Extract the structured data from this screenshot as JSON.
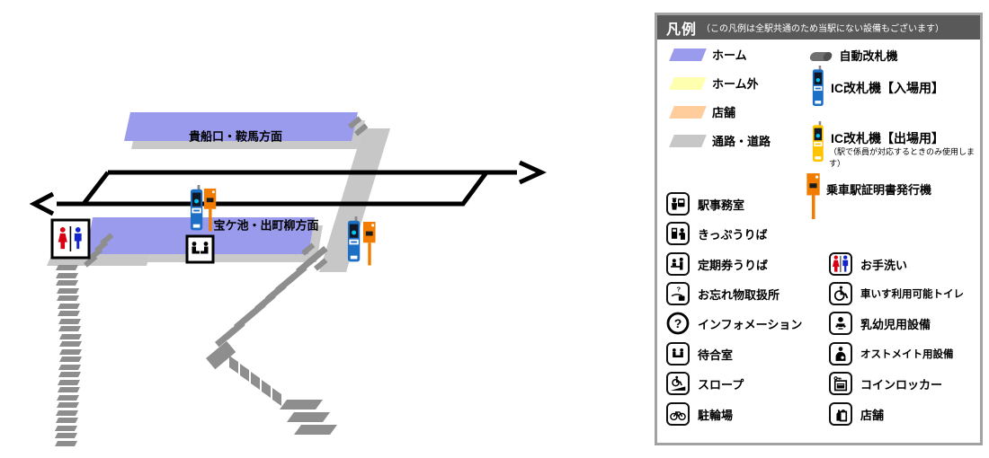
{
  "map": {
    "platform_top_label": "貴船口・鞍馬方面",
    "platform_bottom_label": "宝ケ池・出町柳方面",
    "icons": {
      "toilet": "toilet-icon",
      "waiting_room": "waiting-room-icon",
      "ic_gate": "ic-gate-machine-icon",
      "certificate_machine": "boarding-certificate-machine-icon"
    },
    "colors": {
      "platform": "#9b9bed",
      "walkway": "#c7c7c7",
      "stairs": "#8e8e8e",
      "track": "#000000",
      "ic_machine_blue": "#1c6fc4",
      "certificate_machine_orange": "#f17c00",
      "toilet_red": "#d90012",
      "toilet_blue": "#1424cc"
    }
  },
  "legend": {
    "title": "凡例",
    "note": "（この凡例は全駅共通のため当駅にない設備もございます）",
    "header_bg": "#595959",
    "swatches": [
      {
        "label": "ホーム",
        "color": "#9b9bed",
        "icon": "platform-swatch"
      },
      {
        "label": "ホーム外",
        "color": "#ffffb0",
        "icon": "off-platform-swatch"
      },
      {
        "label": "店舗",
        "color": "#ffcc9c",
        "icon": "shop-area-swatch"
      },
      {
        "label": "通路・道路",
        "color": "#c7c7c7",
        "icon": "walkway-swatch"
      }
    ],
    "machines": [
      {
        "label": "自動改札機",
        "icon": "automatic-gate-icon",
        "color": "#6f6f6f"
      },
      {
        "label": "IC改札機【入場用】",
        "icon": "ic-gate-entry-machine-icon",
        "color": "#1c6fc4"
      },
      {
        "label": "IC改札機【出場用】",
        "icon": "ic-gate-exit-machine-icon",
        "color": "#ffc400",
        "note": "（駅で係員が対応するときのみ使用します）"
      },
      {
        "label": "乗車駅証明書発行機",
        "icon": "boarding-certificate-machine-icon",
        "color": "#f17c00"
      }
    ],
    "facilities_left": [
      {
        "label": "駅事務室",
        "icon": "station-office-icon"
      },
      {
        "label": "きっぷうりば",
        "icon": "ticket-office-icon"
      },
      {
        "label": "定期券うりば",
        "icon": "pass-office-icon"
      },
      {
        "label": "お忘れ物取扱所",
        "icon": "lost-and-found-icon"
      },
      {
        "label": "インフォメーション",
        "icon": "information-icon"
      },
      {
        "label": "待合室",
        "icon": "waiting-room-icon"
      },
      {
        "label": "スロープ",
        "icon": "slope-icon"
      },
      {
        "label": "駐輪場",
        "icon": "bicycle-parking-icon"
      }
    ],
    "facilities_right": [
      {
        "label": "お手洗い",
        "icon": "toilet-icon"
      },
      {
        "label": "車いす利用可能トイレ",
        "icon": "wheelchair-toilet-icon"
      },
      {
        "label": "乳幼児用設備",
        "icon": "baby-facility-icon"
      },
      {
        "label": "オストメイト用設備",
        "icon": "ostomate-facility-icon"
      },
      {
        "label": "コインロッカー",
        "icon": "coin-locker-icon"
      },
      {
        "label": "店舗",
        "icon": "shop-icon"
      }
    ]
  }
}
